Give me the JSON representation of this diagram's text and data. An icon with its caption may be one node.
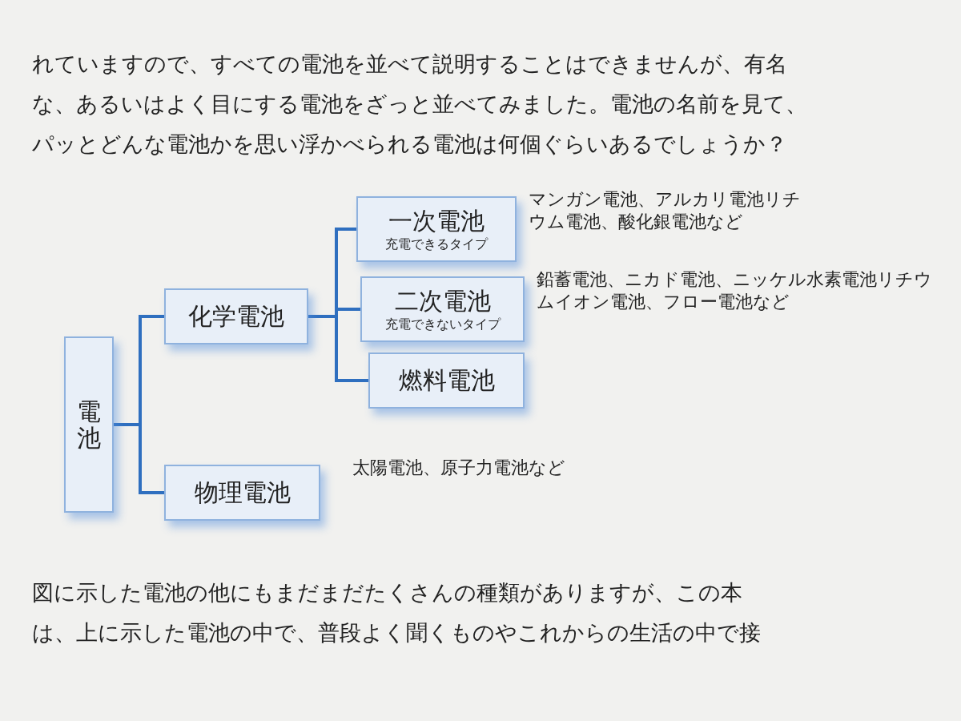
{
  "diagram": {
    "nodes": [
      {
        "text": [
          "電池"
        ]
      },
      {
        "text": [
          "化学電池"
        ]
      },
      {
        "text": [
          "一次電池",
          "充電できるタイプ"
        ],
        "beside": [
          "マンガン電池、アルカリ電池リチウム電池、酸化銀電池など"
        ]
      },
      {
        "text": [
          "二次電池",
          "充電できないタイプ"
        ],
        "beside": [
          "鉛蓄電池、ニカド電池、ニッケル水素電池リチウムイオン電池、フロー電池など"
        ]
      },
      {
        "text": [
          "燃料電池"
        ]
      },
      {
        "text": [
          "物理電池"
        ],
        "beside": [
          "太陽電池、原子力電池など"
        ]
      }
    ],
    "edges": [
      {
        "from": 0,
        "to": 1,
        "arrow": "none"
      },
      {
        "from": 0,
        "to": 5,
        "arrow": "none"
      },
      {
        "from": 1,
        "to": 2,
        "arrow": "none"
      },
      {
        "from": 1,
        "to": 3,
        "arrow": "none"
      },
      {
        "from": 1,
        "to": 4,
        "arrow": "none"
      }
    ],
    "labels": [
      "れていますので、すべての電池を並べて説明することはできませんが、有名",
      "な、あるいはよく目にする電池をざっと並べてみました。電池の名前を見て、",
      "パッとどんな電池かを思い浮かべられる電池は何個ぐらいあるでしょうか？",
      "図に示した電池の他にもまだまだたくさんの種類がありますが、この本",
      "は、上に示した電池の中で、普段よく聞くものやこれからの生活の中で接"
    ]
  }
}
